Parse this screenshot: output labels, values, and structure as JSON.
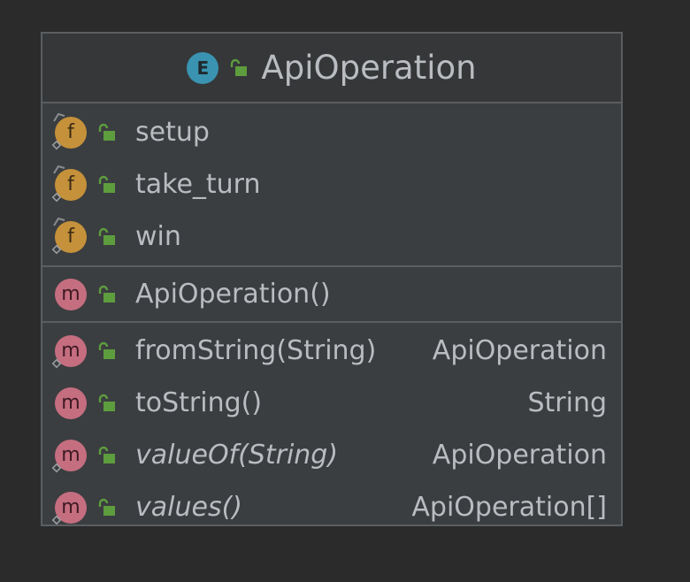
{
  "class": {
    "kind_letter": "E",
    "name": "ApiOperation"
  },
  "fields": [
    {
      "badge": "f",
      "name": "setup"
    },
    {
      "badge": "f",
      "name": "take_turn"
    },
    {
      "badge": "f",
      "name": "win"
    }
  ],
  "constructors": [
    {
      "badge": "m",
      "name": "ApiOperation()"
    }
  ],
  "methods": [
    {
      "badge": "m",
      "name": "fromString(String)",
      "type": "ApiOperation",
      "italic": false
    },
    {
      "badge": "m",
      "name": "toString()",
      "type": "String",
      "italic": false
    },
    {
      "badge": "m",
      "name": "valueOf(String)",
      "type": "ApiOperation",
      "italic": true
    },
    {
      "badge": "m",
      "name": "values()",
      "type": "ApiOperation[]",
      "italic": true
    }
  ],
  "colors": {
    "background": "#2b2b2c",
    "box": "#3b3e40",
    "header": "#353739",
    "border": "#5b5e60",
    "enum_badge": "#3a93b0",
    "field_badge": "#c5913a",
    "method_badge": "#c56e80",
    "lock": "#5e9d3e",
    "text": "#b9bcc0"
  }
}
